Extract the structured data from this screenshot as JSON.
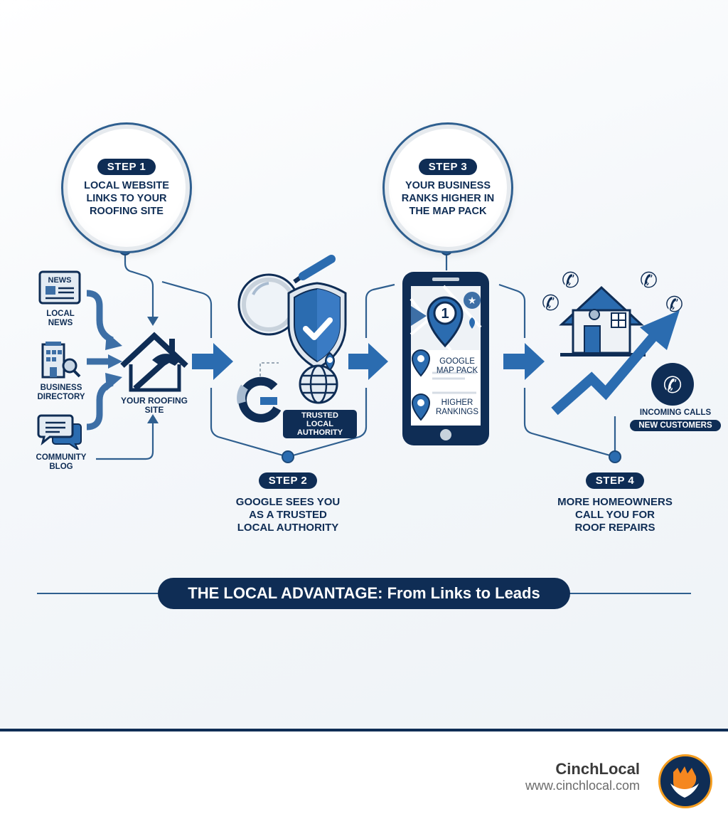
{
  "steps": [
    {
      "badge": "STEP 1",
      "text_lines": [
        "LOCAL WEBSITE",
        "LINKS TO YOUR",
        "ROOFING SITE"
      ]
    },
    {
      "badge": "STEP 2",
      "text_lines": [
        "GOOGLE SEES YOU",
        "AS A TRUSTED",
        "LOCAL AUTHORITY"
      ]
    },
    {
      "badge": "STEP 3",
      "text_lines": [
        "YOUR BUSINESS",
        "RANKS HIGHER IN",
        "THE MAP PACK"
      ]
    },
    {
      "badge": "STEP 4",
      "text_lines": [
        "MORE HOMEOWNERS",
        "CALL YOU FOR",
        "ROOF REPAIRS"
      ]
    }
  ],
  "sources": [
    {
      "icon": "newspaper-icon",
      "icon_text": "NEWS",
      "label_lines": [
        "LOCAL",
        "NEWS"
      ]
    },
    {
      "icon": "building-search-icon",
      "label_lines": [
        "BUSINESS",
        "DIRECTORY"
      ]
    },
    {
      "icon": "chat-bubbles-icon",
      "label_lines": [
        "COMMUNITY",
        "BLOG"
      ]
    }
  ],
  "roofing_site": {
    "icon": "house-hammer-icon",
    "label_lines": [
      "YOUR ROOFING",
      "SITE"
    ]
  },
  "authority": {
    "badge_lines": [
      "TRUSTED LOCAL",
      "AUTHORITY"
    ],
    "icons": [
      "magnifier-icon",
      "shield-check-icon",
      "google-g-icon",
      "globe-pin-icon"
    ]
  },
  "phone": {
    "rank_number": "1",
    "items": [
      [
        "GOOGLE",
        "MAP PACK"
      ],
      [
        "HIGHER",
        "RANKINGS"
      ]
    ]
  },
  "calls": {
    "line1": "INCOMING CALLS",
    "line2": "NEW CUSTOMERS"
  },
  "banner": {
    "title": "THE LOCAL ADVANTAGE: From Links to Leads"
  },
  "footer": {
    "brand": "CinchLocal",
    "url": "www.cinchlocal.com"
  },
  "colors": {
    "navy": "#0f2d55",
    "blue": "#2b6cb0",
    "mid": "#3d6fa6",
    "accent_orange": "#f39c1f"
  }
}
